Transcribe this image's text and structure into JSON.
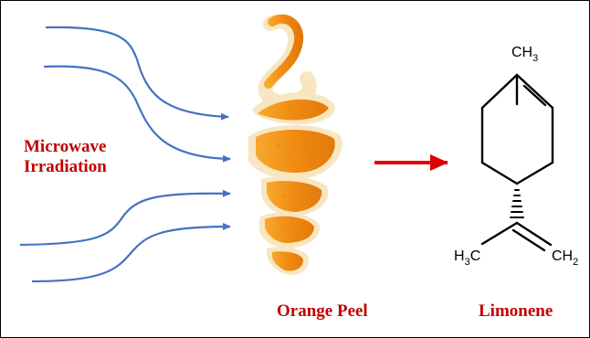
{
  "labels": {
    "microwave_line1": "Microwave",
    "microwave_line2": "Irradiation",
    "orange_peel": "Orange Peel",
    "limonene": "Limonene"
  },
  "molecule": {
    "top_group": {
      "main": "CH",
      "sub": "3"
    },
    "bottom_left": {
      "main": "H",
      "sub": "3",
      "tail": "C"
    },
    "bottom_right": {
      "main": "CH",
      "sub": "2"
    }
  },
  "colors": {
    "wave": "#4472c4",
    "label_text": "#c00000",
    "reaction_arrow": "#e00000",
    "peel_outer": "#f39a1e",
    "peel_inner": "#f7e6c0",
    "bond": "#000000"
  }
}
